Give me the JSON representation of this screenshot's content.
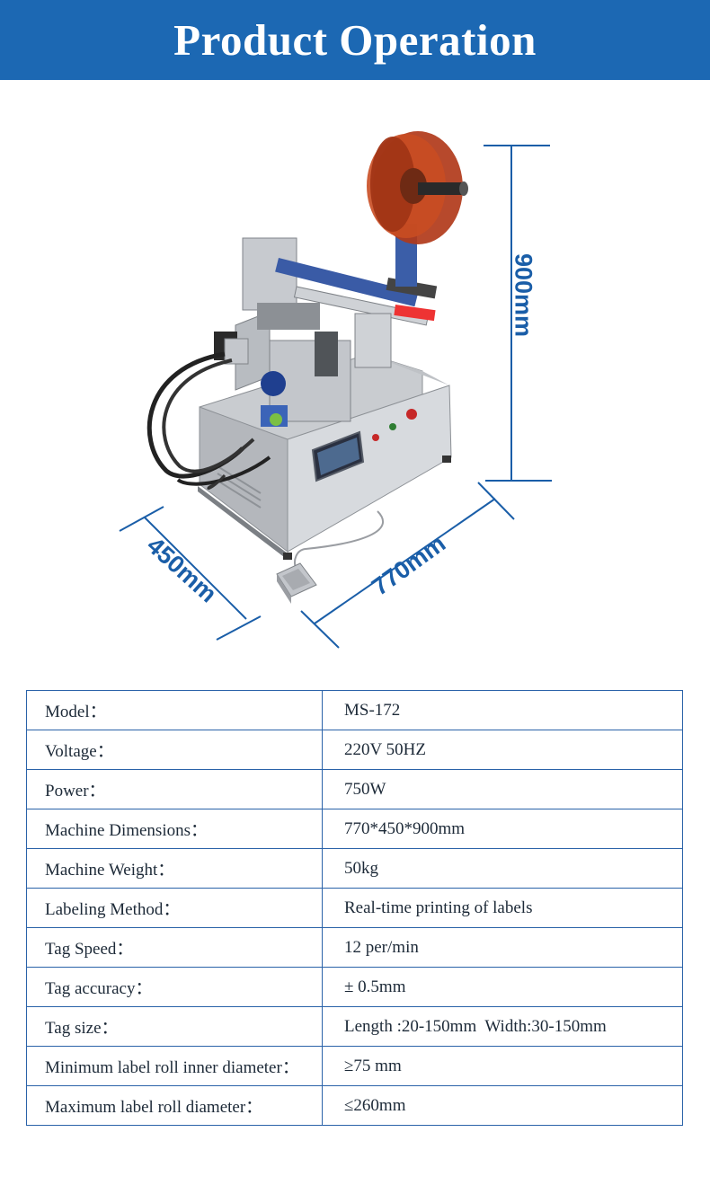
{
  "header": {
    "title": "Product Operation"
  },
  "figure": {
    "height_label": "900mm",
    "width_label": "770mm",
    "depth_label": "450mm",
    "line_color": "#1a5ea8"
  },
  "specs": {
    "rows": [
      {
        "label": "Model：",
        "value": "MS-172"
      },
      {
        "label": "Voltage：",
        "value": "220V 50HZ"
      },
      {
        "label": "Power：",
        "value": "750W"
      },
      {
        "label": "Machine Dimensions：",
        "value": "770*450*900mm"
      },
      {
        "label": "Machine Weight：",
        "value": "50kg"
      },
      {
        "label": "Labeling Method：",
        "value": "Real-time printing of labels"
      },
      {
        "label": "Tag Speed：",
        "value": "12 per/min"
      },
      {
        "label": "Tag accuracy：",
        "value": "± 0.5mm"
      },
      {
        "label": "Tag size：",
        "value": "Length :20-150mm  Width:30-150mm"
      },
      {
        "label": "Minimum label roll inner diameter：",
        "value": "≥75 mm"
      },
      {
        "label": "Maximum label roll diameter：",
        "value": "≤260mm"
      }
    ]
  }
}
